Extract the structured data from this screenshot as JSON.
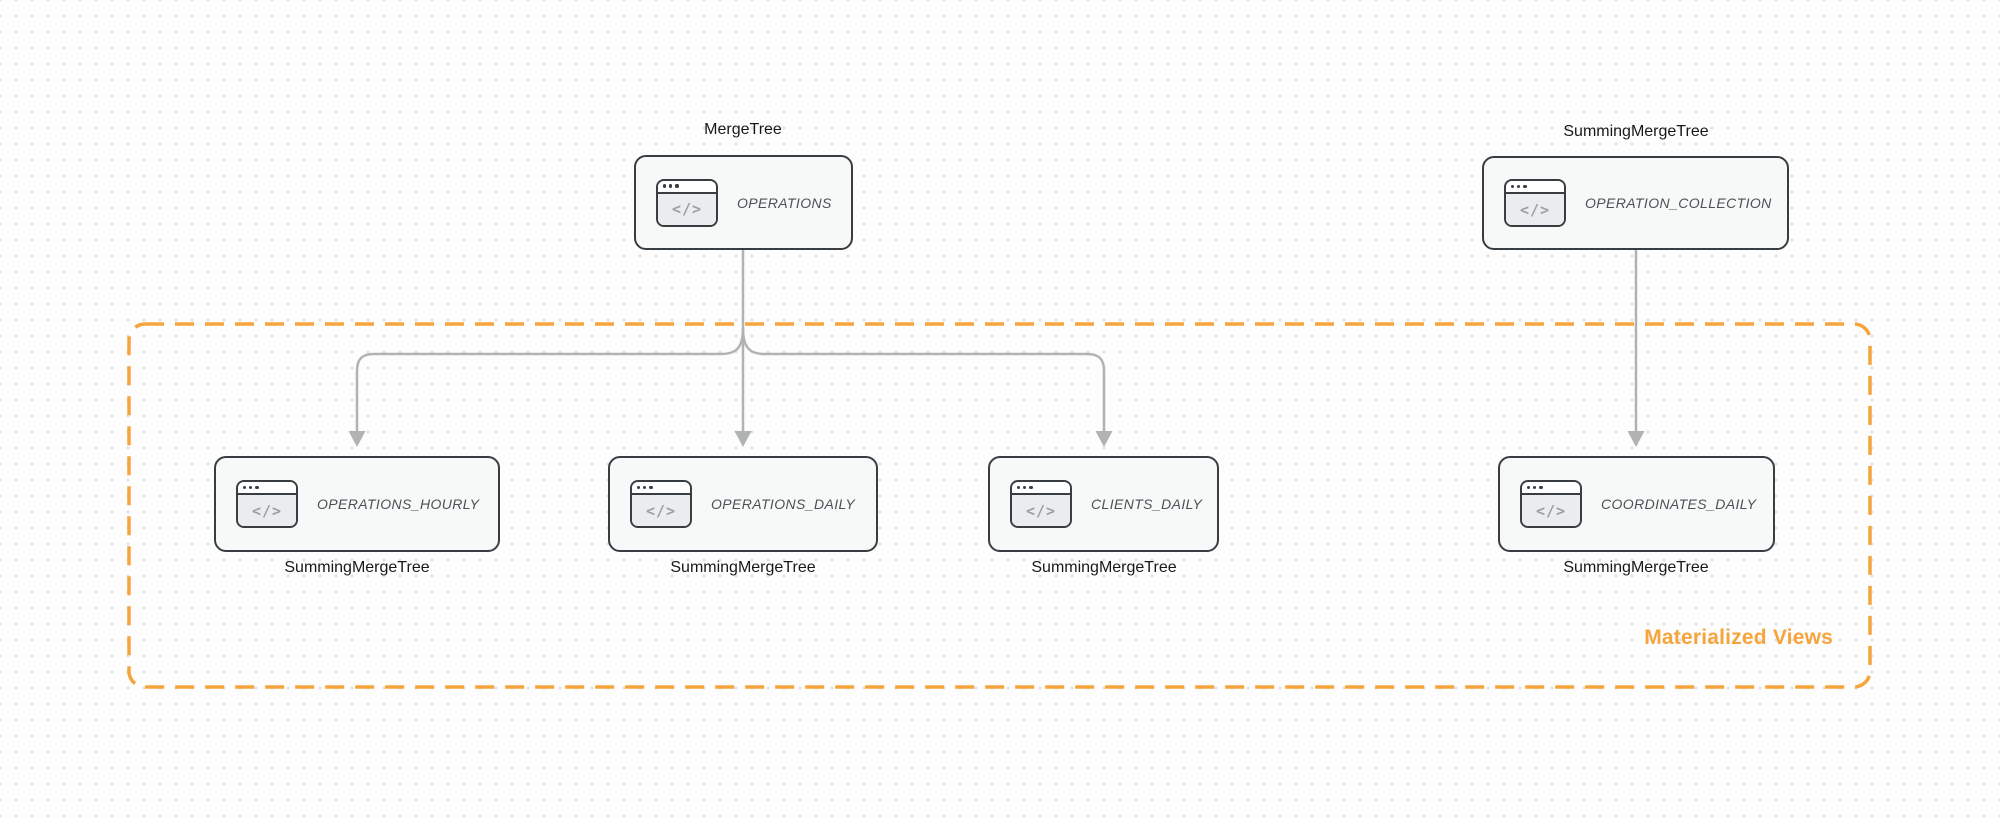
{
  "diagram": {
    "group": {
      "label": "Materialized Views",
      "border_color": "#f6a43c",
      "label_color": "#f6a43c"
    },
    "colors": {
      "arrow": "#b1b2b4",
      "node_border": "#383d42",
      "node_fill": "#f7f8f8",
      "node_label_text": "#4b5156",
      "engine_label_text": "#17181a",
      "background": "#fdfdfd",
      "dot_grid": "#e0e1e3"
    },
    "icon": {
      "name": "code-window-icon",
      "glyph": "</>"
    },
    "nodes": [
      {
        "label": "OPERATIONS",
        "engine": "MergeTree"
      },
      {
        "label": "OPERATION_COLLECTION",
        "engine": "SummingMergeTree"
      },
      {
        "label": "OPERATIONS_HOURLY",
        "engine": "SummingMergeTree"
      },
      {
        "label": "OPERATIONS_DAILY",
        "engine": "SummingMergeTree"
      },
      {
        "label": "CLIENTS_DAILY",
        "engine": "SummingMergeTree"
      },
      {
        "label": "COORDINATES_DAILY",
        "engine": "SummingMergeTree"
      }
    ],
    "edges": [
      {
        "from": "OPERATIONS",
        "to": "OPERATIONS_HOURLY"
      },
      {
        "from": "OPERATIONS",
        "to": "OPERATIONS_DAILY"
      },
      {
        "from": "OPERATIONS",
        "to": "CLIENTS_DAILY"
      },
      {
        "from": "OPERATION_COLLECTION",
        "to": "COORDINATES_DAILY"
      }
    ]
  }
}
